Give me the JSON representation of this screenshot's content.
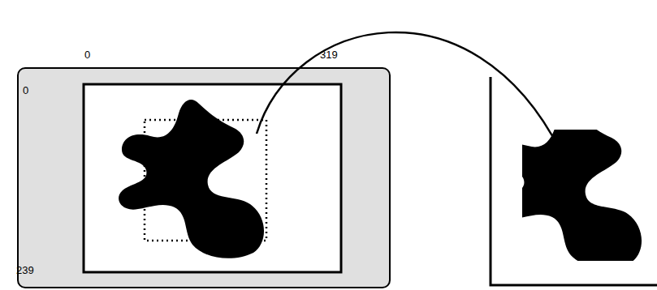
{
  "diagram": {
    "labels": [
      "0",
      "319",
      "0",
      "239"
    ]
  }
}
